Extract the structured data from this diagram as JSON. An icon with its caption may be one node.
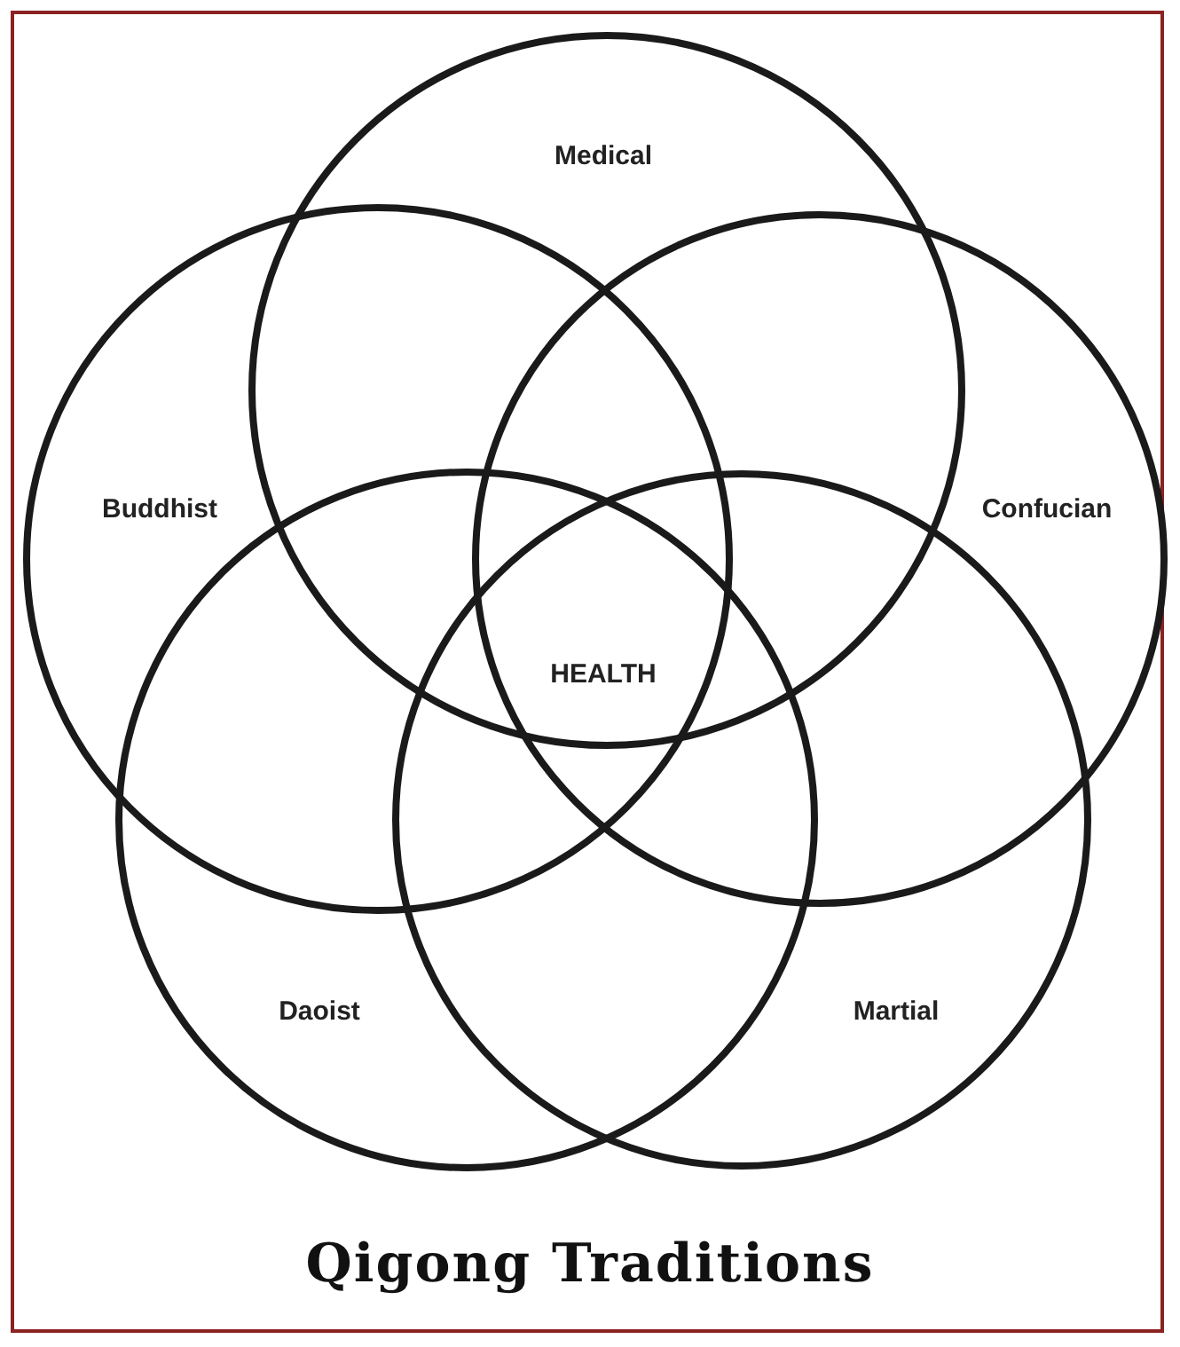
{
  "diagram": {
    "title": "Qigong Traditions",
    "nodes": [
      {
        "text": [
          "Medical"
        ]
      },
      {
        "text": [
          "Buddhist"
        ]
      },
      {
        "text": [
          "Confucian"
        ]
      },
      {
        "text": [
          "Daoist"
        ]
      },
      {
        "text": [
          "Martial"
        ]
      }
    ],
    "labels": [
      "HEALTH"
    ]
  }
}
